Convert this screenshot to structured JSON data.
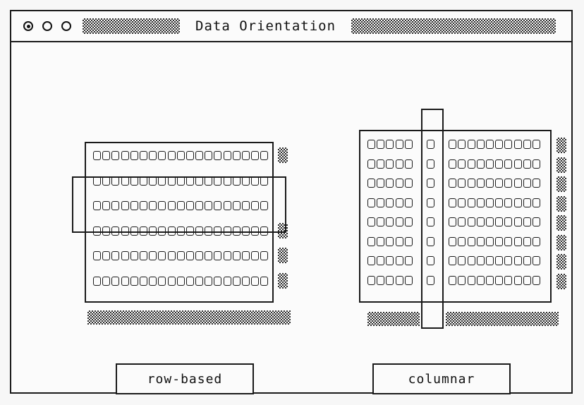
{
  "window": {
    "title": "Data Orientation",
    "controls": [
      {
        "name": "control-focused",
        "style": "filled"
      },
      {
        "name": "control-second",
        "style": "hollow"
      },
      {
        "name": "control-third",
        "style": "hollow"
      }
    ],
    "titlebar_texture_left": "dither-block",
    "titlebar_texture_right": "dither-block"
  },
  "colors": {
    "stroke": "#1a1a1a",
    "background": "#fbfbfb",
    "page_background": "#f7f7f7",
    "dither": "#2a2a2a"
  },
  "diagrams": [
    {
      "id": "row-based",
      "caption": "row-based",
      "layout": "horizontal-rows",
      "row_count": 6,
      "cells_per_row": 19,
      "column_groups": [
        19
      ],
      "highlight": {
        "orientation": "horizontal",
        "covers_rows": [
          2,
          3
        ],
        "label": "row-highlight"
      },
      "side_dither_rows": [
        1,
        4,
        5,
        6
      ],
      "bottom_dither": true
    },
    {
      "id": "columnar",
      "caption": "columnar",
      "layout": "vertical-columns",
      "row_count": 8,
      "cells_per_row": 16,
      "column_groups": [
        5,
        1,
        10
      ],
      "highlight": {
        "orientation": "vertical",
        "covers_column_group": 2,
        "label": "column-highlight"
      },
      "side_dither_rows": [
        1,
        2,
        3,
        4,
        5,
        6,
        7,
        8
      ],
      "bottom_dither": true
    }
  ]
}
